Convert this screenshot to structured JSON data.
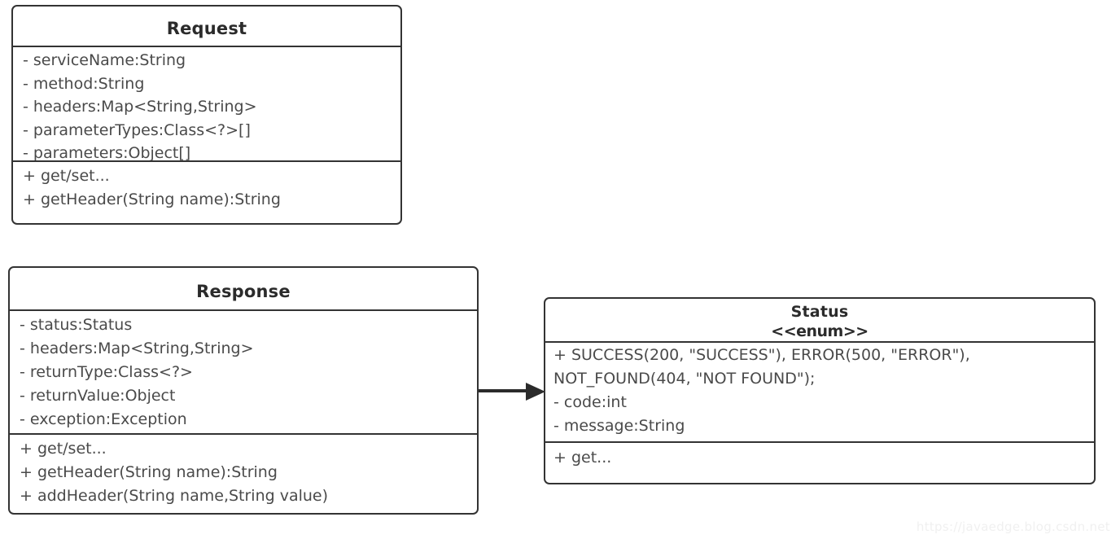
{
  "diagram": {
    "type": "uml-class-diagram",
    "background_color": "#ffffff",
    "border_color": "#333333",
    "title_color": "#2b2b2b",
    "text_color": "#4a4a4a"
  },
  "classes": {
    "request": {
      "name": "Request",
      "attributes": [
        "- serviceName:String",
        "- method:String",
        "- headers:Map<String,String>",
        "- parameterTypes:Class<?>[]",
        "- parameters:Object[]"
      ],
      "methods": [
        "+ get/set...",
        "+ getHeader(String name):String"
      ]
    },
    "response": {
      "name": "Response",
      "attributes": [
        "- status:Status",
        "- headers:Map<String,String>",
        "- returnType:Class<?>",
        "- returnValue:Object",
        "- exception:Exception"
      ],
      "methods": [
        "+ get/set...",
        "+ getHeader(String name):String",
        "+ addHeader(String name,String value)"
      ]
    },
    "status": {
      "name": "Status",
      "stereotype": "<<enum>>",
      "members": [
        "+ SUCCESS(200, \"SUCCESS\"), ERROR(500, \"ERROR\"), NOT_FOUND(404, \"NOT FOUND\");",
        "- code:int",
        "- message:String"
      ],
      "methods": [
        "+ get..."
      ]
    }
  },
  "connector": {
    "from": "Response",
    "to": "Status",
    "style": "solid-line-filled-arrowhead",
    "direction": "right",
    "color": "#2b2b2b"
  },
  "watermark": {
    "text": "https://javaedge.blog.csdn.net",
    "color": "#f0f0f0"
  }
}
